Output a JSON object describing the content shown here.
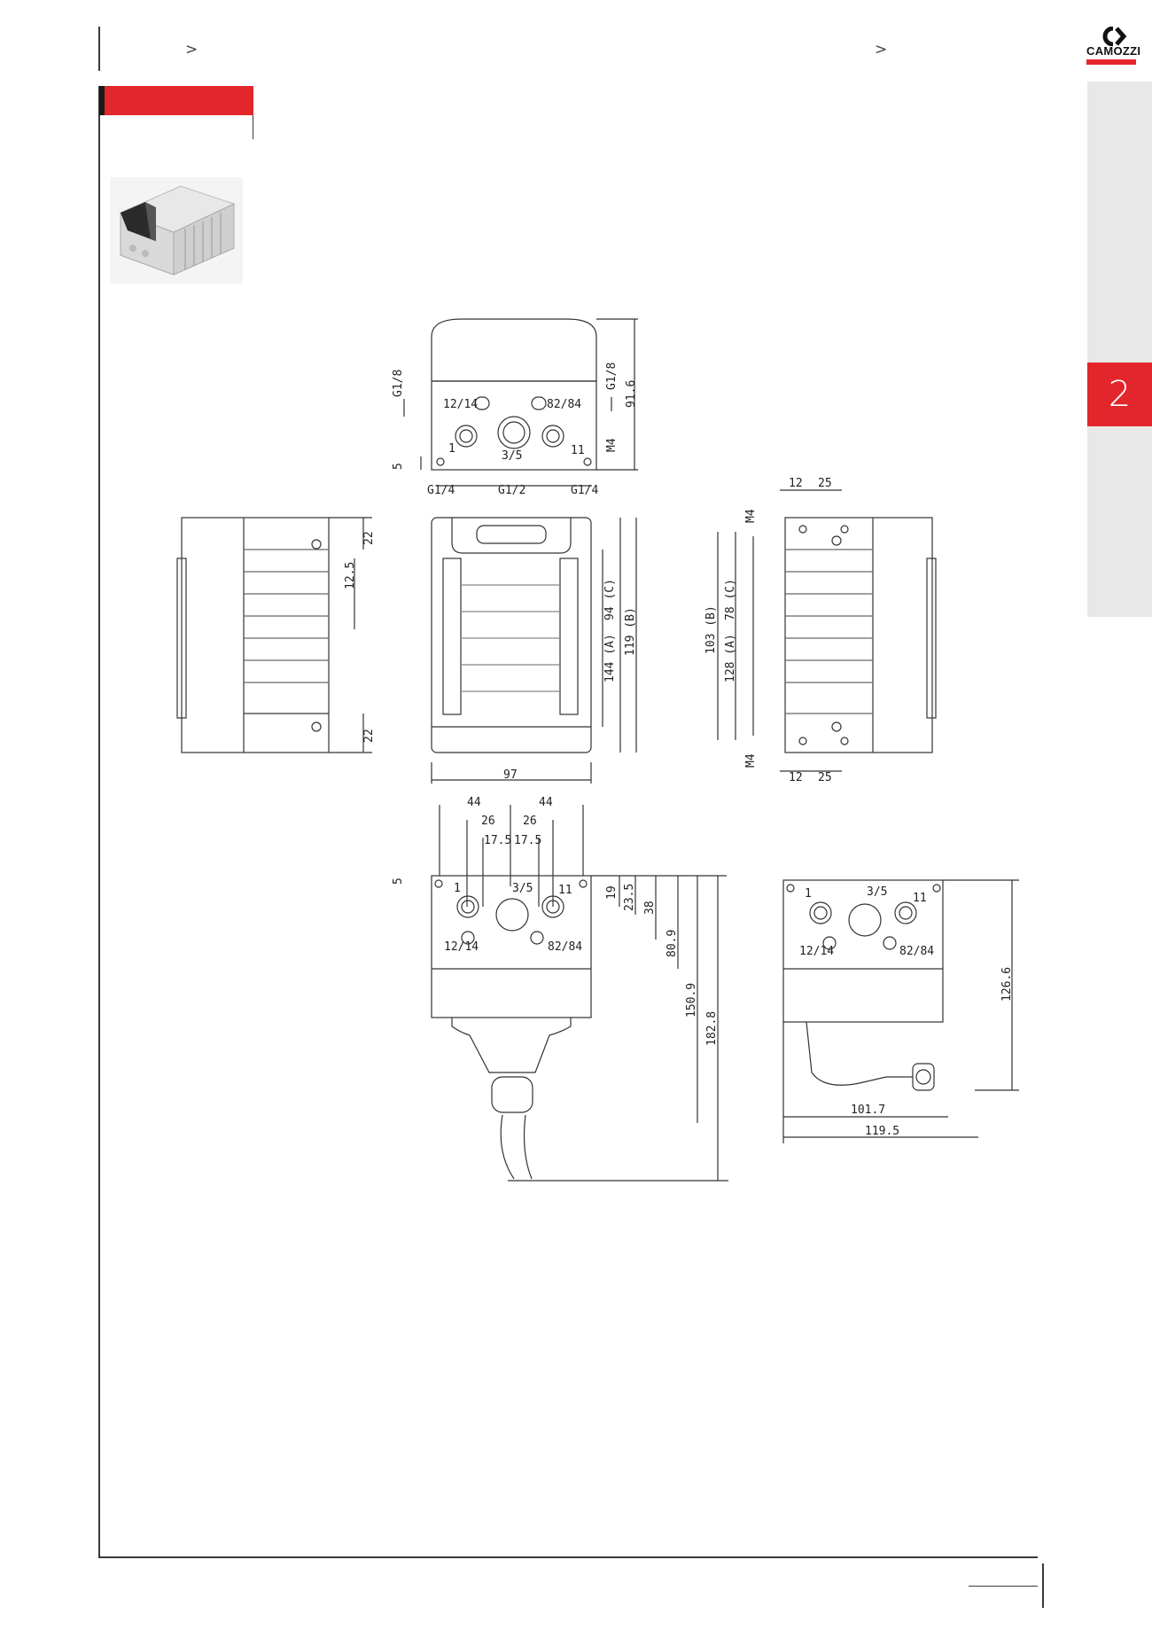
{
  "header": {
    "breadcrumb_left_chevron": ">",
    "breadcrumb_right_chevron": ">"
  },
  "brand": {
    "name": "CAMOZZI",
    "accent_color": "#e3262b"
  },
  "side_tab": {
    "chapter_number": "2"
  },
  "drawing": {
    "top_view": {
      "labels": [
        "G1/8",
        "12/14",
        "82/84",
        "G1/8",
        "1",
        "3/5",
        "11",
        "5",
        "M4",
        "G1/4",
        "G1/2",
        "G1/4",
        "91.6"
      ]
    },
    "front_view": {
      "width": "97",
      "heights": [
        "144 (A)",
        "94 (C)",
        "119 (B)"
      ]
    },
    "left_view": {
      "dims": [
        "22",
        "12.5",
        "22"
      ]
    },
    "right_view": {
      "dims": [
        "12",
        "25",
        "M4",
        "103 (B)",
        "128 (A)",
        "78 (C)",
        "M4",
        "12",
        "25"
      ]
    },
    "bottom_view": {
      "top_dims": [
        "44",
        "44",
        "26",
        "26",
        "17.5",
        "17.5"
      ],
      "port_labels": [
        "1",
        "3/5",
        "11",
        "12/14",
        "82/84",
        "5"
      ],
      "vertical_dims": [
        "19",
        "23.5",
        "38",
        "80.9",
        "150.9",
        "182.8"
      ]
    },
    "side_cable_view": {
      "port_labels": [
        "1",
        "3/5",
        "11",
        "12/14",
        "82/84"
      ],
      "dims": [
        "126.6",
        "101.7",
        "119.5"
      ]
    }
  }
}
